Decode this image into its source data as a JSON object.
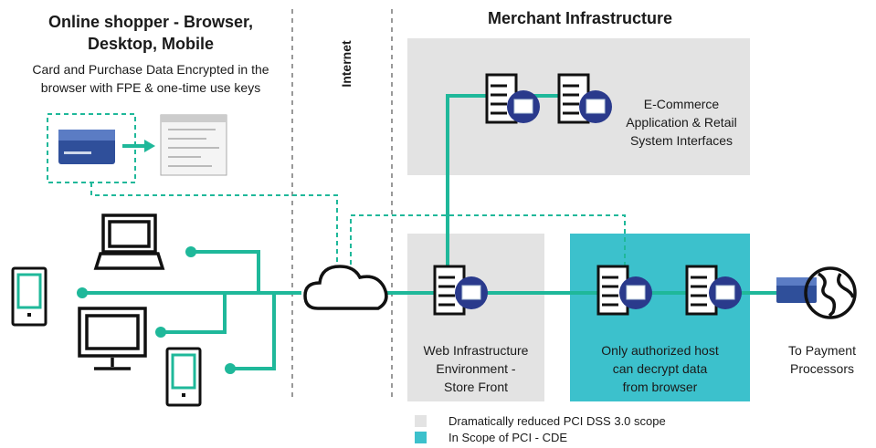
{
  "left_panel": {
    "title_line1": "Online shopper - Browser,",
    "title_line2": "Desktop, Mobile",
    "subtitle_line1": "Card and Purchase Data Encrypted in the",
    "subtitle_line2": "browser with FPE & one-time use keys"
  },
  "internet_label": "Internet",
  "merchant": {
    "title": "Merchant Infrastructure",
    "ecommerce_line1": "E-Commerce",
    "ecommerce_line2": "Application & Retail",
    "ecommerce_line3": "System Interfaces",
    "web_line1": "Web Infrastructure",
    "web_line2": "Environment -",
    "web_line3": "Store Front",
    "cde_line1": "Only authorized host",
    "cde_line2": "can decrypt data",
    "cde_line3": "from browser"
  },
  "payment": {
    "line1": "To Payment",
    "line2": "Processors"
  },
  "legend": {
    "reduced_scope": "Dramatically reduced PCI DSS 3.0 scope",
    "in_scope": "In Scope of PCI - CDE"
  },
  "colors": {
    "teal": "#1fb89a",
    "cde_fill": "#3cc1cc",
    "reduced_fill": "#e3e3e3",
    "server_badge": "#2a3a8c",
    "divider": "#999999"
  }
}
